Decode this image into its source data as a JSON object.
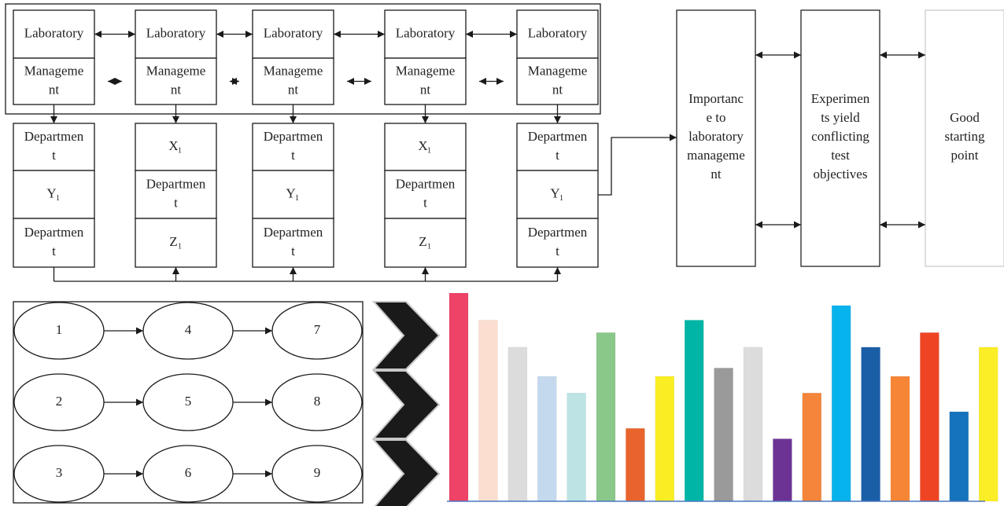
{
  "lab_grid": {
    "columns": [
      {
        "lab": "Laboratory",
        "mgmt": [
          "Manageme",
          "nt"
        ],
        "cells": [
          {
            "lines": [
              "Departmen",
              "t"
            ]
          },
          {
            "main": "Y",
            "sub": "1"
          },
          {
            "lines": [
              "Departmen",
              "t"
            ]
          }
        ]
      },
      {
        "lab": "Laboratory",
        "mgmt": [
          "Manageme",
          "nt"
        ],
        "cells": [
          {
            "main": "X",
            "sub": "1"
          },
          {
            "lines": [
              "Departmen",
              "t"
            ]
          },
          {
            "main": "Z",
            "sub": "1"
          }
        ]
      },
      {
        "lab": "Laboratory",
        "mgmt": [
          "Manageme",
          "nt"
        ],
        "cells": [
          {
            "lines": [
              "Departmen",
              "t"
            ]
          },
          {
            "main": "Y",
            "sub": "1"
          },
          {
            "lines": [
              "Departmen",
              "t"
            ]
          }
        ]
      },
      {
        "lab": "Laboratory",
        "mgmt": [
          "Manageme",
          "nt"
        ],
        "cells": [
          {
            "main": "X",
            "sub": "1"
          },
          {
            "lines": [
              "Departmen",
              "t"
            ]
          },
          {
            "main": "Z",
            "sub": "1"
          }
        ]
      },
      {
        "lab": "Laboratory",
        "mgmt": [
          "Manageme",
          "nt"
        ],
        "cells": [
          {
            "lines": [
              "Departmen",
              "t"
            ]
          },
          {
            "main": "Y",
            "sub": "1"
          },
          {
            "lines": [
              "Departmen",
              "t"
            ]
          }
        ]
      }
    ]
  },
  "right_boxes": [
    {
      "lines": [
        "Importanc",
        "e to",
        "laboratory",
        "manageme",
        "nt"
      ],
      "border": "#222222"
    },
    {
      "lines": [
        "Experimen",
        "ts yield",
        "conflicting",
        "test",
        "objectives"
      ],
      "border": "#222222"
    },
    {
      "lines": [
        "Good",
        "starting",
        "point"
      ],
      "border": "#cccccc"
    }
  ],
  "node_grid": {
    "rows": [
      [
        "1",
        "4",
        "7"
      ],
      [
        "2",
        "5",
        "8"
      ],
      [
        "3",
        "6",
        "9"
      ]
    ]
  },
  "chevrons": {
    "count": 3,
    "fill": "#1a1a1a",
    "outline": "#c8c8c8"
  },
  "chart_data": {
    "type": "bar",
    "values": [
      100,
      87,
      74,
      60,
      52,
      81,
      35,
      60,
      87,
      64,
      74,
      30,
      52,
      94,
      74,
      60,
      81,
      43,
      74
    ],
    "colors": [
      "#ee4266",
      "#fbded0",
      "#dcdcdc",
      "#c5d9ee",
      "#bde3e4",
      "#8ac88a",
      "#e8642c",
      "#f9ee23",
      "#00b5a6",
      "#9a9a9a",
      "#dcdcdc",
      "#6d3394",
      "#f4853a",
      "#06b3ec",
      "#1b5ea8",
      "#f68636",
      "#ee4424",
      "#1572bc",
      "#fbed26"
    ],
    "ylim": [
      0,
      100
    ],
    "baseline_color": "#4a78c0"
  }
}
